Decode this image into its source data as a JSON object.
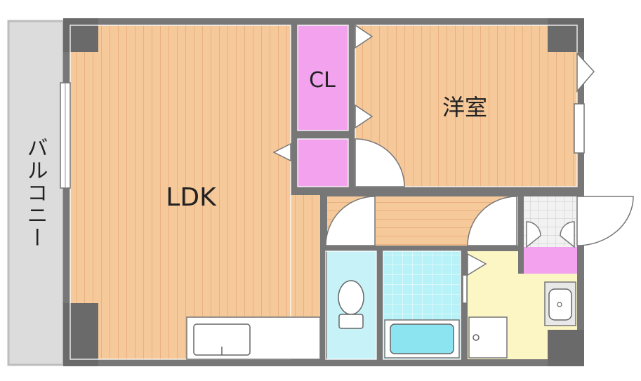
{
  "rooms": {
    "ldk": {
      "label": "LDK"
    },
    "western": {
      "label": "洋室"
    },
    "closet": {
      "label": "CL"
    },
    "balcony": {
      "label": "バルコニー"
    }
  },
  "colors": {
    "floor_wood": "#f6c99b",
    "floor_line": "#e9b584",
    "wall": "#777777",
    "closet": "#f3a2ee",
    "toilet": "#c7f3f8",
    "bath_tile": "#b6f2f7",
    "tub": "#8be4ef",
    "washroom": "#fbf6c4",
    "balcony": "#dcdcdc",
    "sink_gray": "#e8e8e8"
  }
}
